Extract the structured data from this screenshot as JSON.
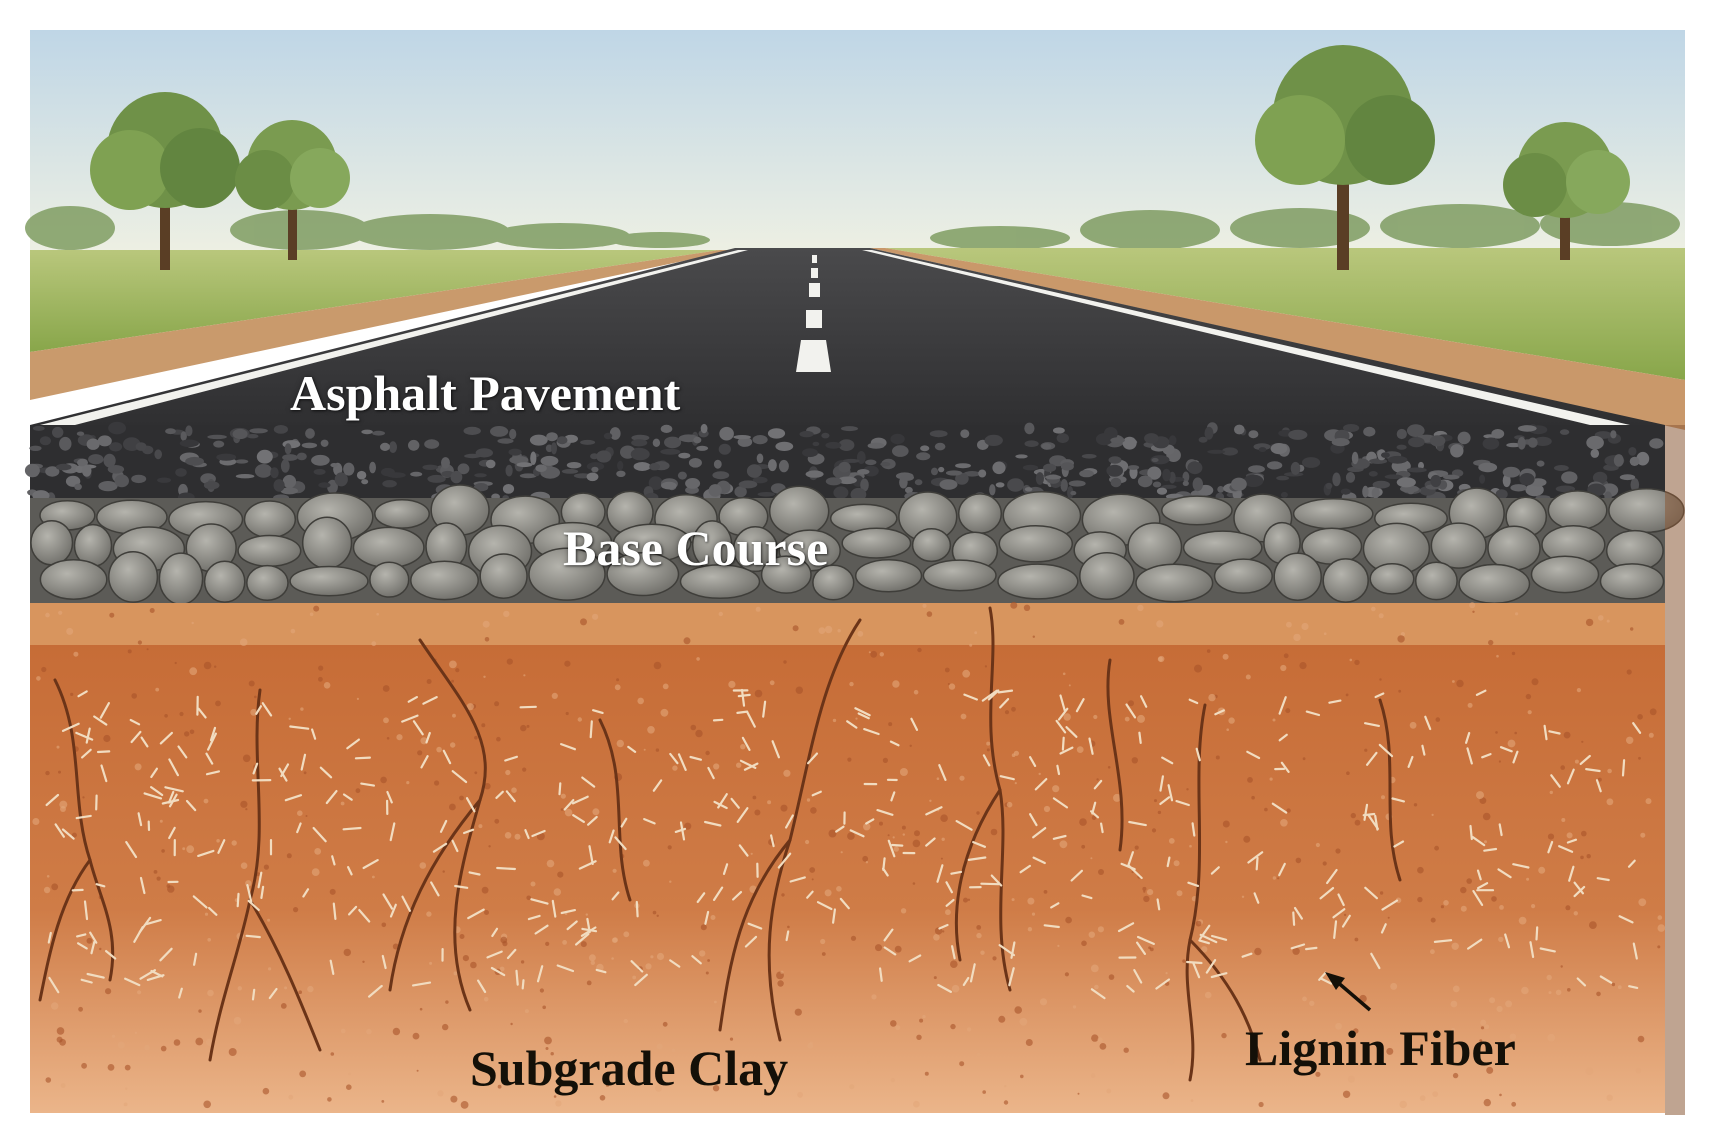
{
  "labels": {
    "asphalt": "Asphalt Pavement",
    "base": "Base Course",
    "subgrade": "Subgrade Clay",
    "lignin": "Lignin Fiber"
  },
  "colors": {
    "sky_top": "#c6dcea",
    "sky_bottom": "#eef1e6",
    "grass": "#a9bf6a",
    "asphalt": "#3b3b3d",
    "base_stone": "#8a8a84",
    "clay": "#c8723f",
    "clay_light": "#dc9a68",
    "crack": "#6b3418",
    "fiber": "#f1dcc0",
    "tree_leaf": "#6f9148",
    "lane_marking": "#f2f2ee"
  }
}
